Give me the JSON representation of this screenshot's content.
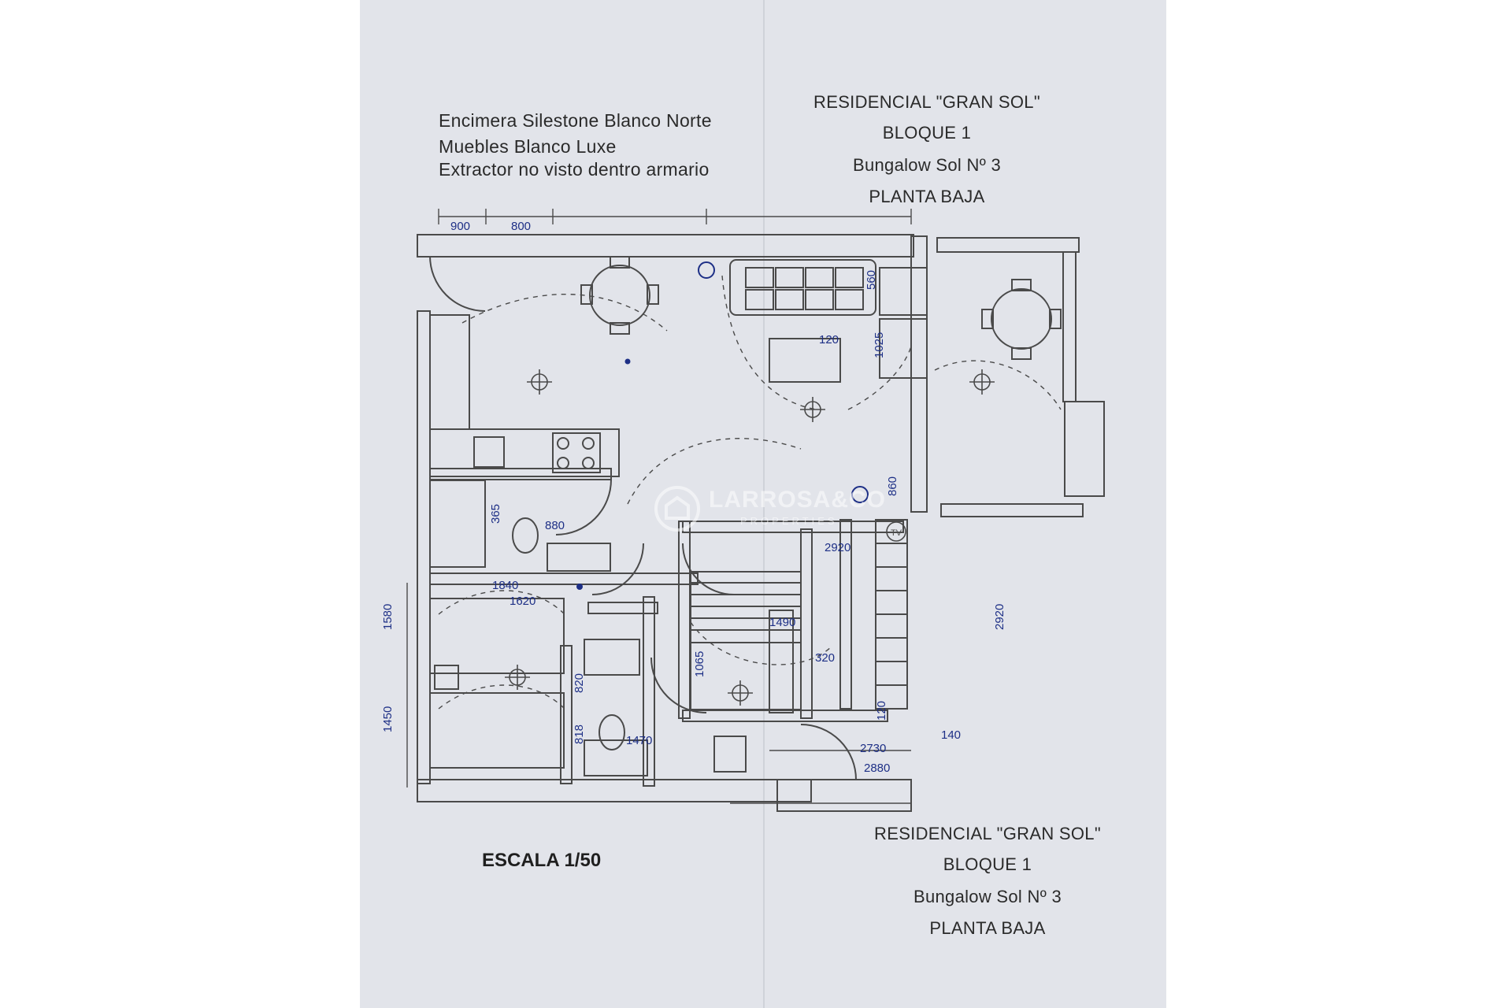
{
  "notes": [
    "Encimera Silestone Blanco Norte",
    "Muebles  Blanco Luxe",
    "Extractor no visto dentro armario"
  ],
  "title_block_top": {
    "line1": "RESIDENCIAL \"GRAN SOL\"",
    "line2": "BLOQUE 1",
    "line3": "Bungalow Sol Nº 3",
    "line4": "PLANTA BAJA"
  },
  "title_block_bottom": {
    "line1": "RESIDENCIAL \"GRAN SOL\"",
    "line2": "BLOQUE 1",
    "line3": "Bungalow Sol Nº 3",
    "line4": "PLANTA BAJA"
  },
  "scale_label": "ESCALA 1/50",
  "watermark": {
    "name": "LARROSA&CO",
    "sub": "PROPERTIES"
  },
  "dimensions": {
    "d900": "900",
    "d800": "800",
    "d560": "560",
    "d1025": "1025",
    "d860": "860",
    "d2920": "2920",
    "d2920b": "2920",
    "d1580": "1580",
    "d1450": "1450",
    "d820": "820",
    "d818": "818",
    "d1490": "1490",
    "d1065": "1065",
    "d320": "320",
    "d120": "120",
    "d140": "140",
    "d2730": "2730",
    "d2880": "2880",
    "d1470": "1470",
    "d365": "365",
    "d880": "880",
    "d120b": "120",
    "d1840": "1840",
    "d1620": "1620"
  },
  "symbols": {
    "tv": "TV"
  },
  "colors": {
    "paper": "#e2e4ea",
    "ink": "#4a4a4a",
    "pen": "#1d2f86"
  }
}
